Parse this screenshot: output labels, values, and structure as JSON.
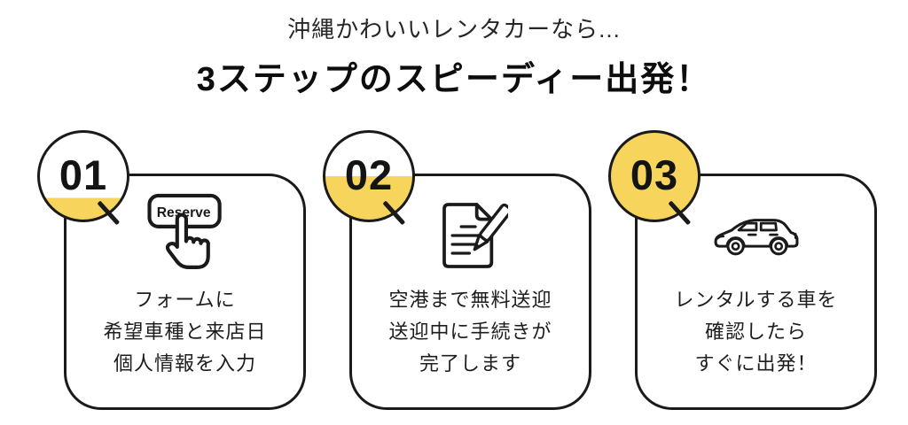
{
  "header": {
    "subtitle": "沖縄かわいいレンタカーなら...",
    "title": "3ステップのスピーディー出発！"
  },
  "colors": {
    "accent_yellow": "#F7D45B",
    "outline_black": "#1A1A1A",
    "card_background": "#FFFFFF"
  },
  "steps": [
    {
      "number": "01",
      "progress_fill_percent": 25,
      "icon": "reserve-button-click-icon",
      "icon_label": "Reserve",
      "lines": [
        "フォームに",
        "希望車種と来店日",
        "個人情報を入力"
      ]
    },
    {
      "number": "02",
      "progress_fill_percent": 50,
      "icon": "document-pencil-icon",
      "lines": [
        "空港まで無料送迎",
        "送迎中に手続きが",
        "完了します"
      ]
    },
    {
      "number": "03",
      "progress_fill_percent": 100,
      "icon": "car-icon",
      "lines": [
        "レンタルする車を",
        "確認したら",
        "すぐに出発！"
      ]
    }
  ]
}
